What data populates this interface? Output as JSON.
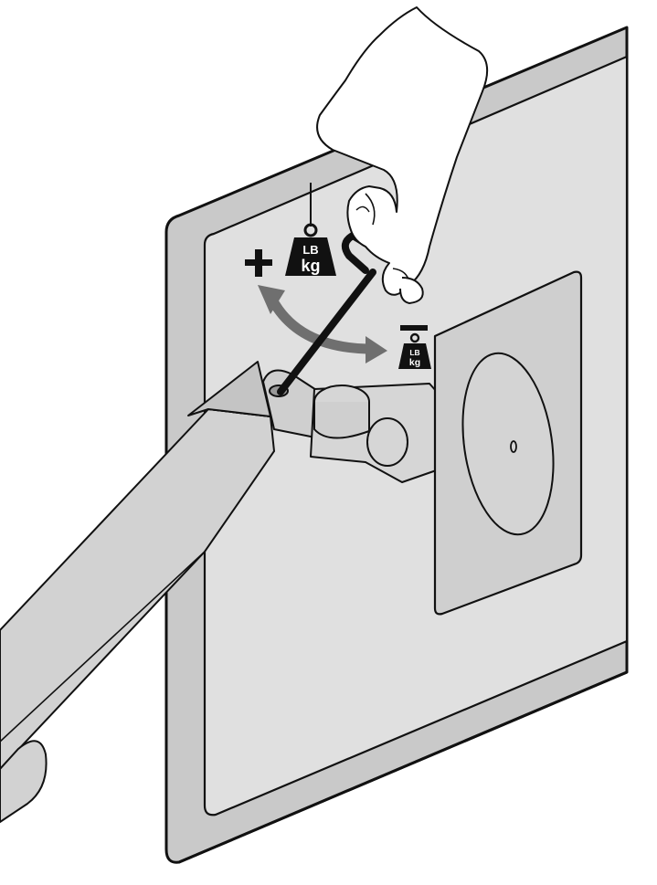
{
  "labels": {
    "increase_symbol": "+",
    "decrease_symbol": "−",
    "large_weight_line1": "LB",
    "large_weight_line2": "kg",
    "small_weight_line1": "LB",
    "small_weight_line2": "kg"
  },
  "colors": {
    "outline": "#111111",
    "monitor_frame": "#c9c9c9",
    "monitor_panel": "#e0e0e0",
    "mount_plate": "#cfcfcf",
    "arm": "#d2d2d2",
    "adjust_arrow": "#6f6f6f",
    "hand": "#ffffff",
    "weight_icon": "#111111"
  },
  "icons": [
    "weight-icon",
    "plus-icon",
    "minus-icon",
    "curved-double-arrow-icon",
    "allen-key-icon",
    "hand-icon"
  ]
}
